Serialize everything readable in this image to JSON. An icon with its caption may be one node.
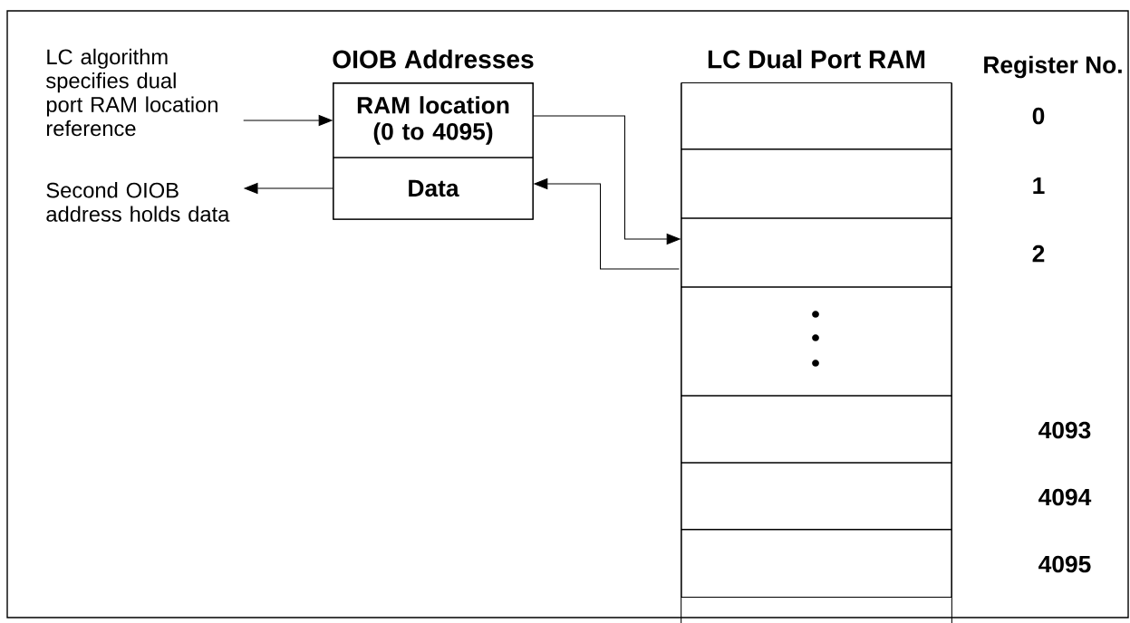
{
  "diagram": {
    "nodes": [
      {
        "text": [
          "LC algorithm specifies dual port RAM location reference"
        ]
      },
      {
        "text": [
          "Second OIOB address holds data"
        ]
      },
      {
        "text": [
          "OIOB Addresses"
        ]
      },
      {
        "text": [
          "RAM location (0 to 4095)"
        ],
        "in": 2
      },
      {
        "text": [
          "Data"
        ],
        "in": 2
      },
      {
        "text": [
          "LC Dual Port RAM"
        ]
      },
      {
        "text": [],
        "shape": "box",
        "in": 5
      },
      {
        "text": [],
        "shape": "box",
        "in": 5
      },
      {
        "text": [],
        "shape": "box",
        "in": 5
      },
      {
        "text": [],
        "shape": "box",
        "in": 5
      },
      {
        "text": [],
        "shape": "box",
        "in": 5
      },
      {
        "text": [],
        "shape": "box",
        "in": 5
      },
      {
        "text": [],
        "shape": "box",
        "in": 5
      }
    ],
    "edges": [
      {
        "from": 0,
        "to": 3,
        "arrow": "to"
      },
      {
        "from": 4,
        "to": 1,
        "arrow": "to"
      },
      {
        "from": 3,
        "to": 8,
        "arrow": "to"
      },
      {
        "from": 8,
        "to": 4,
        "arrow": "to"
      }
    ],
    "labels": [
      "Register No.",
      "0",
      "1",
      "2",
      "4093",
      "4094",
      "4095"
    ]
  }
}
